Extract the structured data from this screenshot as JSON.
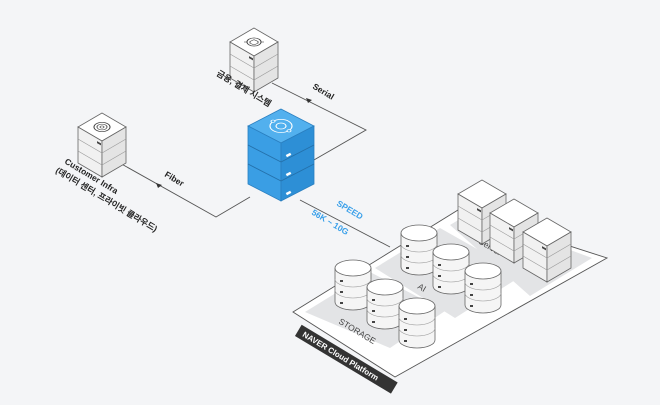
{
  "diagram": {
    "title": "Hybrid connectivity to NAVER Cloud Platform",
    "colors": {
      "background": "#f4f5f7",
      "hub_blue": "#3a9ee4",
      "hub_blue_dark": "#2d86c9",
      "hub_blue_top": "#52b0ee",
      "speed_text": "#3aa0ea",
      "line": "#555555",
      "platform_label_bg": "#333333",
      "zone_fill": "#e3e4e6"
    },
    "nodes": {
      "finance": {
        "label": "금융, 결제 시스템",
        "icon": "shield-lock-icon"
      },
      "customer": {
        "label_line1": "Customer Infra",
        "label_line2": "(데이터 센터, 프라이빗 클라우드)",
        "icon": "fingerprint-icon"
      },
      "hub": {
        "icon": "network-connect-icon"
      }
    },
    "links": {
      "serial": "Serial",
      "fiber": "Fiber",
      "speed_label": "SPEED",
      "speed_range": "56K ~ 10G"
    },
    "platform": {
      "name": "NAVER Cloud Platform",
      "zones": [
        {
          "name": "STORAGE",
          "items": 3,
          "item_type": "database"
        },
        {
          "name": "AI",
          "items": 3,
          "item_type": "database"
        },
        {
          "name": "Server",
          "items": 3,
          "item_type": "server"
        }
      ]
    }
  }
}
